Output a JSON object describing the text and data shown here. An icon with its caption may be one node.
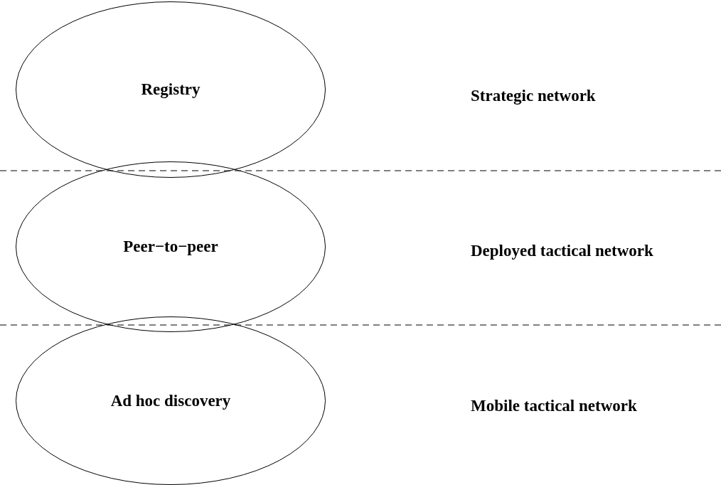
{
  "diagram": {
    "nodes": [
      {
        "text": [
          "Registry"
        ]
      },
      {
        "text": [
          "Peer−to−peer"
        ]
      },
      {
        "text": [
          "Ad hoc discovery"
        ]
      }
    ],
    "labels": [
      "Strategic network",
      "Deployed tactical network",
      "Mobile tactical network"
    ]
  }
}
